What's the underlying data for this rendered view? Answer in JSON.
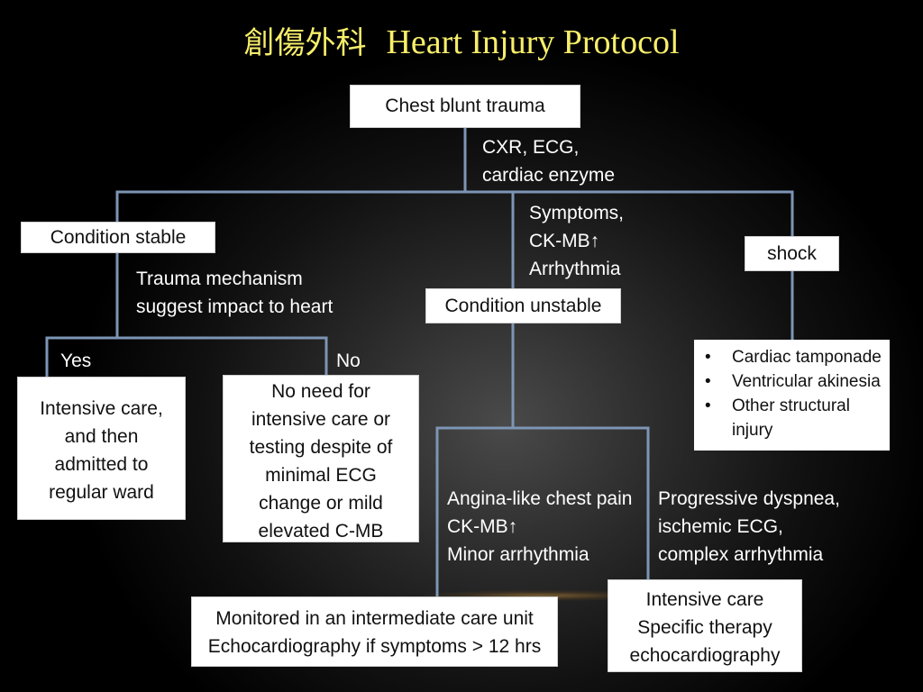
{
  "title": {
    "cjk": "創傷外科",
    "en": "Heart Injury Protocol"
  },
  "nodes": {
    "start": "Chest blunt trauma",
    "stable": "Condition stable",
    "shock": "shock",
    "unstable": "Condition unstable",
    "icu_then_ward": [
      "Intensive care,",
      "and then",
      "admitted to",
      "regular ward"
    ],
    "no_icu": [
      "No need for",
      "intensive care or",
      "testing despite of",
      "minimal ECG",
      "change or mild",
      "elevated C-MB"
    ],
    "shock_findings": [
      "Cardiac tamponade",
      "Ventricular akinesia",
      "Other structural injury"
    ],
    "monitored": [
      "Monitored in an intermediate care unit",
      "Echocardiography if symptoms > 12 hrs"
    ],
    "intensive": [
      "Intensive care",
      "Specific therapy",
      "echocardiography"
    ]
  },
  "labels": {
    "workup": [
      "CXR, ECG,",
      "cardiac enzyme"
    ],
    "symptoms": [
      "Symptoms,",
      "CK-MB↑",
      "Arrhythmia"
    ],
    "mechanism": [
      "Trauma mechanism",
      "suggest impact to heart"
    ],
    "yes": "Yes",
    "no": "No",
    "angina": [
      "Angina-like chest pain",
      "CK-MB↑",
      "Minor arrhythmia"
    ],
    "progressive": [
      "Progressive dyspnea,",
      "ischemic ECG,",
      "complex arrhythmia"
    ]
  }
}
